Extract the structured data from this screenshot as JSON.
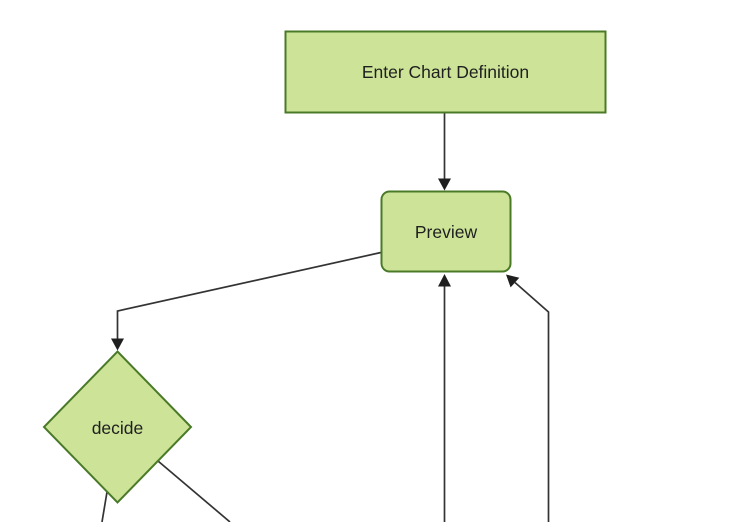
{
  "diagram": {
    "type": "flowchart",
    "direction": "top-down",
    "colors": {
      "background": "#ffffff",
      "node_fill": "#cde498",
      "node_border": "#4a7a28",
      "edge": "#333333",
      "label_text": "#1f1f1f"
    },
    "nodes": [
      {
        "id": "enter-chart-definition",
        "label": "Enter Chart Definition",
        "shape": "rectangle"
      },
      {
        "id": "preview",
        "label": "Preview",
        "shape": "rounded-rectangle"
      },
      {
        "id": "decide",
        "label": "decide",
        "shape": "diamond"
      }
    ],
    "edges": [
      {
        "from": "enter-chart-definition",
        "to": "preview",
        "arrow": "to"
      },
      {
        "from": "preview",
        "to": "decide",
        "arrow": "to"
      },
      {
        "from": "offscreen-bottom-center",
        "to": "preview",
        "arrow": "to"
      },
      {
        "from": "offscreen-bottom-right",
        "to": "preview",
        "arrow": "to"
      },
      {
        "from": "decide",
        "to": "offscreen-bottom-left",
        "arrow": "none-visible"
      },
      {
        "from": "decide",
        "to": "offscreen-bottom-right",
        "arrow": "none-visible"
      }
    ]
  }
}
